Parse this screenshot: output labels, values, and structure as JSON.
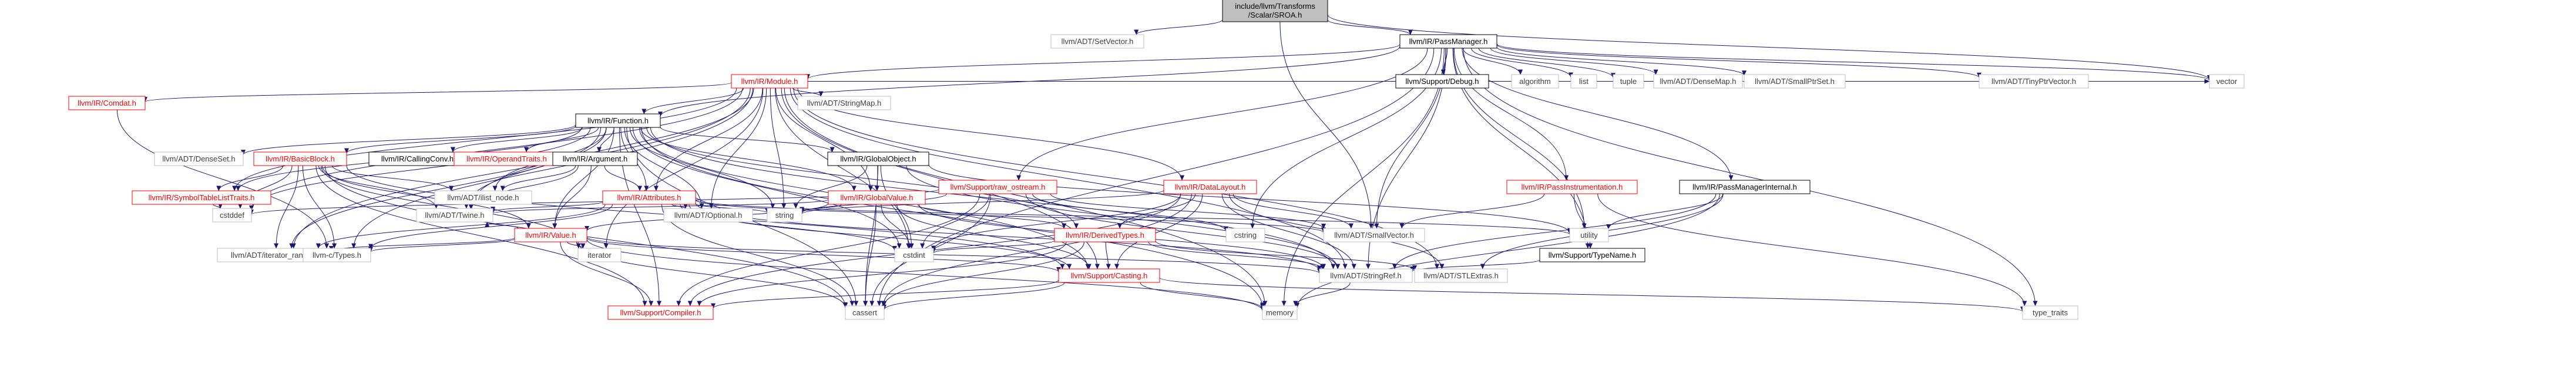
{
  "colors": {
    "edge": "#191970",
    "plain_border": "#bfbfbf",
    "plain_text": "#404040",
    "linked_border": "#000000",
    "linked_text": "#000000",
    "broken_border": "#ff0000",
    "broken_text": "#ff0000",
    "root_fill": "#bfbfbf",
    "root_border": "#000000"
  },
  "nodes": [
    {
      "id": "root",
      "lines": [
        "include/llvm/Transforms",
        "/Scalar/SROA.h"
      ],
      "style": "root"
    },
    {
      "id": "setvector",
      "lines": [
        "llvm/ADT/SetVector.h"
      ],
      "style": "plain"
    },
    {
      "id": "passmanager",
      "lines": [
        "llvm/IR/PassManager.h"
      ],
      "style": "linked"
    },
    {
      "id": "vector",
      "lines": [
        "vector"
      ],
      "style": "plain"
    },
    {
      "id": "module",
      "lines": [
        "llvm/IR/Module.h"
      ],
      "style": "broken"
    },
    {
      "id": "debug",
      "lines": [
        "llvm/Support/Debug.h"
      ],
      "style": "linked"
    },
    {
      "id": "algorithm",
      "lines": [
        "algorithm"
      ],
      "style": "plain"
    },
    {
      "id": "list",
      "lines": [
        "list"
      ],
      "style": "plain"
    },
    {
      "id": "tuple",
      "lines": [
        "tuple"
      ],
      "style": "plain"
    },
    {
      "id": "densemap",
      "lines": [
        "llvm/ADT/DenseMap.h"
      ],
      "style": "plain"
    },
    {
      "id": "smallptrset",
      "lines": [
        "llvm/ADT/SmallPtrSet.h"
      ],
      "style": "plain"
    },
    {
      "id": "tinyptrvector",
      "lines": [
        "llvm/ADT/TinyPtrVector.h"
      ],
      "style": "plain"
    },
    {
      "id": "comdat",
      "lines": [
        "llvm/IR/Comdat.h"
      ],
      "style": "broken"
    },
    {
      "id": "stringmap",
      "lines": [
        "llvm/ADT/StringMap.h"
      ],
      "style": "plain"
    },
    {
      "id": "function",
      "lines": [
        "llvm/IR/Function.h"
      ],
      "style": "linked"
    },
    {
      "id": "denseset",
      "lines": [
        "llvm/ADT/DenseSet.h"
      ],
      "style": "plain"
    },
    {
      "id": "basicblock",
      "lines": [
        "llvm/IR/BasicBlock.h"
      ],
      "style": "broken"
    },
    {
      "id": "callingconv",
      "lines": [
        "llvm/IR/CallingConv.h"
      ],
      "style": "linked"
    },
    {
      "id": "operandtraits",
      "lines": [
        "llvm/IR/OperandTraits.h"
      ],
      "style": "broken"
    },
    {
      "id": "argument",
      "lines": [
        "llvm/IR/Argument.h"
      ],
      "style": "linked"
    },
    {
      "id": "globalobject",
      "lines": [
        "llvm/IR/GlobalObject.h"
      ],
      "style": "linked"
    },
    {
      "id": "rawostream",
      "lines": [
        "llvm/Support/raw_ostream.h"
      ],
      "style": "broken"
    },
    {
      "id": "datalayout",
      "lines": [
        "llvm/IR/DataLayout.h"
      ],
      "style": "broken"
    },
    {
      "id": "passinstrumentation",
      "lines": [
        "llvm/IR/PassInstrumentation.h"
      ],
      "style": "broken"
    },
    {
      "id": "passmanagerinternal",
      "lines": [
        "llvm/IR/PassManagerInternal.h"
      ],
      "style": "linked"
    },
    {
      "id": "symboltable",
      "lines": [
        "llvm/IR/SymbolTableListTraits.h"
      ],
      "style": "broken"
    },
    {
      "id": "ilistnode",
      "lines": [
        "llvm/ADT/ilist_node.h"
      ],
      "style": "plain"
    },
    {
      "id": "attributes",
      "lines": [
        "llvm/IR/Attributes.h"
      ],
      "style": "broken"
    },
    {
      "id": "globalvalue",
      "lines": [
        "llvm/IR/GlobalValue.h"
      ],
      "style": "broken"
    },
    {
      "id": "cstddef",
      "lines": [
        "cstddef"
      ],
      "style": "plain"
    },
    {
      "id": "twine",
      "lines": [
        "llvm/ADT/Twine.h"
      ],
      "style": "plain"
    },
    {
      "id": "optional",
      "lines": [
        "llvm/ADT/Optional.h"
      ],
      "style": "plain"
    },
    {
      "id": "string",
      "lines": [
        "string"
      ],
      "style": "plain"
    },
    {
      "id": "value",
      "lines": [
        "llvm/IR/Value.h"
      ],
      "style": "broken"
    },
    {
      "id": "derivedtypes",
      "lines": [
        "llvm/IR/DerivedTypes.h"
      ],
      "style": "broken"
    },
    {
      "id": "cstring",
      "lines": [
        "cstring"
      ],
      "style": "plain"
    },
    {
      "id": "smallvector",
      "lines": [
        "llvm/ADT/SmallVector.h"
      ],
      "style": "plain"
    },
    {
      "id": "utility",
      "lines": [
        "utility"
      ],
      "style": "plain"
    },
    {
      "id": "typename",
      "lines": [
        "llvm/Support/TypeName.h"
      ],
      "style": "linked"
    },
    {
      "id": "iteratorrange",
      "lines": [
        "llvm/ADT/iterator_range.h"
      ],
      "style": "plain"
    },
    {
      "id": "ctypes",
      "lines": [
        "llvm-c/Types.h"
      ],
      "style": "plain"
    },
    {
      "id": "iterator",
      "lines": [
        "iterator"
      ],
      "style": "plain"
    },
    {
      "id": "cstdint",
      "lines": [
        "cstdint"
      ],
      "style": "plain"
    },
    {
      "id": "casting",
      "lines": [
        "llvm/Support/Casting.h"
      ],
      "style": "broken"
    },
    {
      "id": "stringref",
      "lines": [
        "llvm/ADT/StringRef.h"
      ],
      "style": "plain"
    },
    {
      "id": "stlextras",
      "lines": [
        "llvm/ADT/STLExtras.h"
      ],
      "style": "plain"
    },
    {
      "id": "compiler",
      "lines": [
        "llvm/Support/Compiler.h"
      ],
      "style": "broken"
    },
    {
      "id": "cassert",
      "lines": [
        "cassert"
      ],
      "style": "plain"
    },
    {
      "id": "memory",
      "lines": [
        "memory"
      ],
      "style": "plain"
    },
    {
      "id": "typetraits",
      "lines": [
        "type_traits"
      ],
      "style": "plain"
    }
  ],
  "edges": [
    [
      "root",
      "setvector"
    ],
    [
      "root",
      "passmanager"
    ],
    [
      "root",
      "vector"
    ],
    [
      "root",
      "smallvector"
    ],
    [
      "passmanager",
      "module"
    ],
    [
      "passmanager",
      "debug"
    ],
    [
      "passmanager",
      "algorithm"
    ],
    [
      "passmanager",
      "list"
    ],
    [
      "passmanager",
      "tuple"
    ],
    [
      "passmanager",
      "densemap"
    ],
    [
      "passmanager",
      "smallptrset"
    ],
    [
      "passmanager",
      "tinyptrvector"
    ],
    [
      "passmanager",
      "vector"
    ],
    [
      "passmanager",
      "function"
    ],
    [
      "passmanager",
      "rawostream"
    ],
    [
      "passmanager",
      "passinstrumentation"
    ],
    [
      "passmanager",
      "passmanagerinternal"
    ],
    [
      "passmanager",
      "typename"
    ],
    [
      "passmanager",
      "cstring"
    ],
    [
      "passmanager",
      "utility"
    ],
    [
      "passmanager",
      "memory"
    ],
    [
      "passmanager",
      "typetraits"
    ],
    [
      "passmanager",
      "cassert"
    ],
    [
      "passmanager",
      "smallvector"
    ],
    [
      "passmanager",
      "stringref"
    ],
    [
      "module",
      "comdat"
    ],
    [
      "module",
      "stringmap"
    ],
    [
      "module",
      "function"
    ],
    [
      "module",
      "datalayout"
    ],
    [
      "module",
      "attributes"
    ],
    [
      "module",
      "globalvalue"
    ],
    [
      "module",
      "iteratorrange"
    ],
    [
      "module",
      "ctypes"
    ],
    [
      "module",
      "iterator"
    ],
    [
      "module",
      "string"
    ],
    [
      "module",
      "optional"
    ],
    [
      "module",
      "stringref"
    ],
    [
      "module",
      "cstddef"
    ],
    [
      "module",
      "vector"
    ],
    [
      "module",
      "cstdint"
    ],
    [
      "module",
      "memory"
    ],
    [
      "module",
      "symboltable"
    ],
    [
      "module",
      "twine"
    ],
    [
      "module",
      "stlextras"
    ],
    [
      "module",
      "casting"
    ],
    [
      "comdat",
      "ctypes"
    ],
    [
      "function",
      "denseset"
    ],
    [
      "function",
      "basicblock"
    ],
    [
      "function",
      "callingconv"
    ],
    [
      "function",
      "operandtraits"
    ],
    [
      "function",
      "argument"
    ],
    [
      "function",
      "globalobject"
    ],
    [
      "function",
      "attributes"
    ],
    [
      "function",
      "symboltable"
    ],
    [
      "function",
      "ilistnode"
    ],
    [
      "function",
      "globalvalue"
    ],
    [
      "function",
      "value"
    ],
    [
      "function",
      "derivedtypes"
    ],
    [
      "function",
      "compiler"
    ],
    [
      "function",
      "casting"
    ],
    [
      "function",
      "stringref"
    ],
    [
      "function",
      "twine"
    ],
    [
      "function",
      "iteratorrange"
    ],
    [
      "function",
      "string"
    ],
    [
      "function",
      "cstddef"
    ],
    [
      "function",
      "cstdint"
    ],
    [
      "function",
      "cassert"
    ],
    [
      "function",
      "memory"
    ],
    [
      "function",
      "optional"
    ],
    [
      "basicblock",
      "symboltable"
    ],
    [
      "basicblock",
      "ilistnode"
    ],
    [
      "basicblock",
      "twine"
    ],
    [
      "basicblock",
      "iteratorrange"
    ],
    [
      "basicblock",
      "ctypes"
    ],
    [
      "basicblock",
      "cassert"
    ],
    [
      "basicblock",
      "cstddef"
    ],
    [
      "basicblock",
      "iterator"
    ],
    [
      "basicblock",
      "value"
    ],
    [
      "basicblock",
      "compiler"
    ],
    [
      "basicblock",
      "casting"
    ],
    [
      "argument",
      "ilistnode"
    ],
    [
      "argument",
      "twine"
    ],
    [
      "argument",
      "attributes"
    ],
    [
      "argument",
      "value"
    ],
    [
      "globalobject",
      "globalvalue"
    ],
    [
      "globalobject",
      "stringref"
    ],
    [
      "globalobject",
      "cstdint"
    ],
    [
      "globalobject",
      "string"
    ],
    [
      "globalobject",
      "utility"
    ],
    [
      "globalobject",
      "cassert"
    ],
    [
      "rawostream",
      "stringref"
    ],
    [
      "rawostream",
      "smallvector"
    ],
    [
      "rawostream",
      "cassert"
    ],
    [
      "rawostream",
      "cstddef"
    ],
    [
      "rawostream",
      "cstdint"
    ],
    [
      "rawostream",
      "cstring"
    ],
    [
      "rawostream",
      "string"
    ],
    [
      "rawostream",
      "compiler"
    ],
    [
      "datalayout",
      "derivedtypes"
    ],
    [
      "datalayout",
      "smallvector"
    ],
    [
      "datalayout",
      "stringref"
    ],
    [
      "datalayout",
      "casting"
    ],
    [
      "datalayout",
      "cassert"
    ],
    [
      "datalayout",
      "cstdint"
    ],
    [
      "datalayout",
      "string"
    ],
    [
      "datalayout",
      "stlextras"
    ],
    [
      "datalayout",
      "compiler"
    ],
    [
      "passinstrumentation",
      "typename"
    ],
    [
      "passinstrumentation",
      "smallvector"
    ],
    [
      "passinstrumentation",
      "typetraits"
    ],
    [
      "passmanagerinternal",
      "stringref"
    ],
    [
      "passmanagerinternal",
      "stlextras"
    ],
    [
      "passmanagerinternal",
      "memory"
    ],
    [
      "passmanagerinternal",
      "utility"
    ],
    [
      "symboltable",
      "cstddef"
    ],
    [
      "attributes",
      "optional"
    ],
    [
      "attributes",
      "stringref"
    ],
    [
      "attributes",
      "iteratorrange"
    ],
    [
      "attributes",
      "cassert"
    ],
    [
      "attributes",
      "string"
    ],
    [
      "attributes",
      "utility"
    ],
    [
      "attributes",
      "ctypes"
    ],
    [
      "attributes",
      "cstdint"
    ],
    [
      "attributes",
      "casting"
    ],
    [
      "attributes",
      "twine"
    ],
    [
      "attributes",
      "smallvector"
    ],
    [
      "globalvalue",
      "value"
    ],
    [
      "globalvalue",
      "twine"
    ],
    [
      "globalvalue",
      "stringref"
    ],
    [
      "globalvalue",
      "casting"
    ],
    [
      "globalvalue",
      "cassert"
    ],
    [
      "globalvalue",
      "cstdint"
    ],
    [
      "globalvalue",
      "string"
    ],
    [
      "globalvalue",
      "derivedtypes"
    ],
    [
      "value",
      "iteratorrange"
    ],
    [
      "value",
      "ctypes"
    ],
    [
      "value",
      "iterator"
    ],
    [
      "value",
      "cassert"
    ],
    [
      "value",
      "memory"
    ],
    [
      "value",
      "casting"
    ],
    [
      "value",
      "stringref"
    ],
    [
      "value",
      "compiler"
    ],
    [
      "value",
      "twine"
    ],
    [
      "derivedtypes",
      "stringref"
    ],
    [
      "derivedtypes",
      "casting"
    ],
    [
      "derivedtypes",
      "cassert"
    ],
    [
      "derivedtypes",
      "cstdint"
    ],
    [
      "derivedtypes",
      "stlextras"
    ],
    [
      "derivedtypes",
      "compiler"
    ],
    [
      "typename",
      "stringref"
    ],
    [
      "casting",
      "cassert"
    ],
    [
      "casting",
      "compiler"
    ],
    [
      "casting",
      "memory"
    ],
    [
      "casting",
      "typetraits"
    ],
    [
      "stringref",
      "memory"
    ]
  ]
}
